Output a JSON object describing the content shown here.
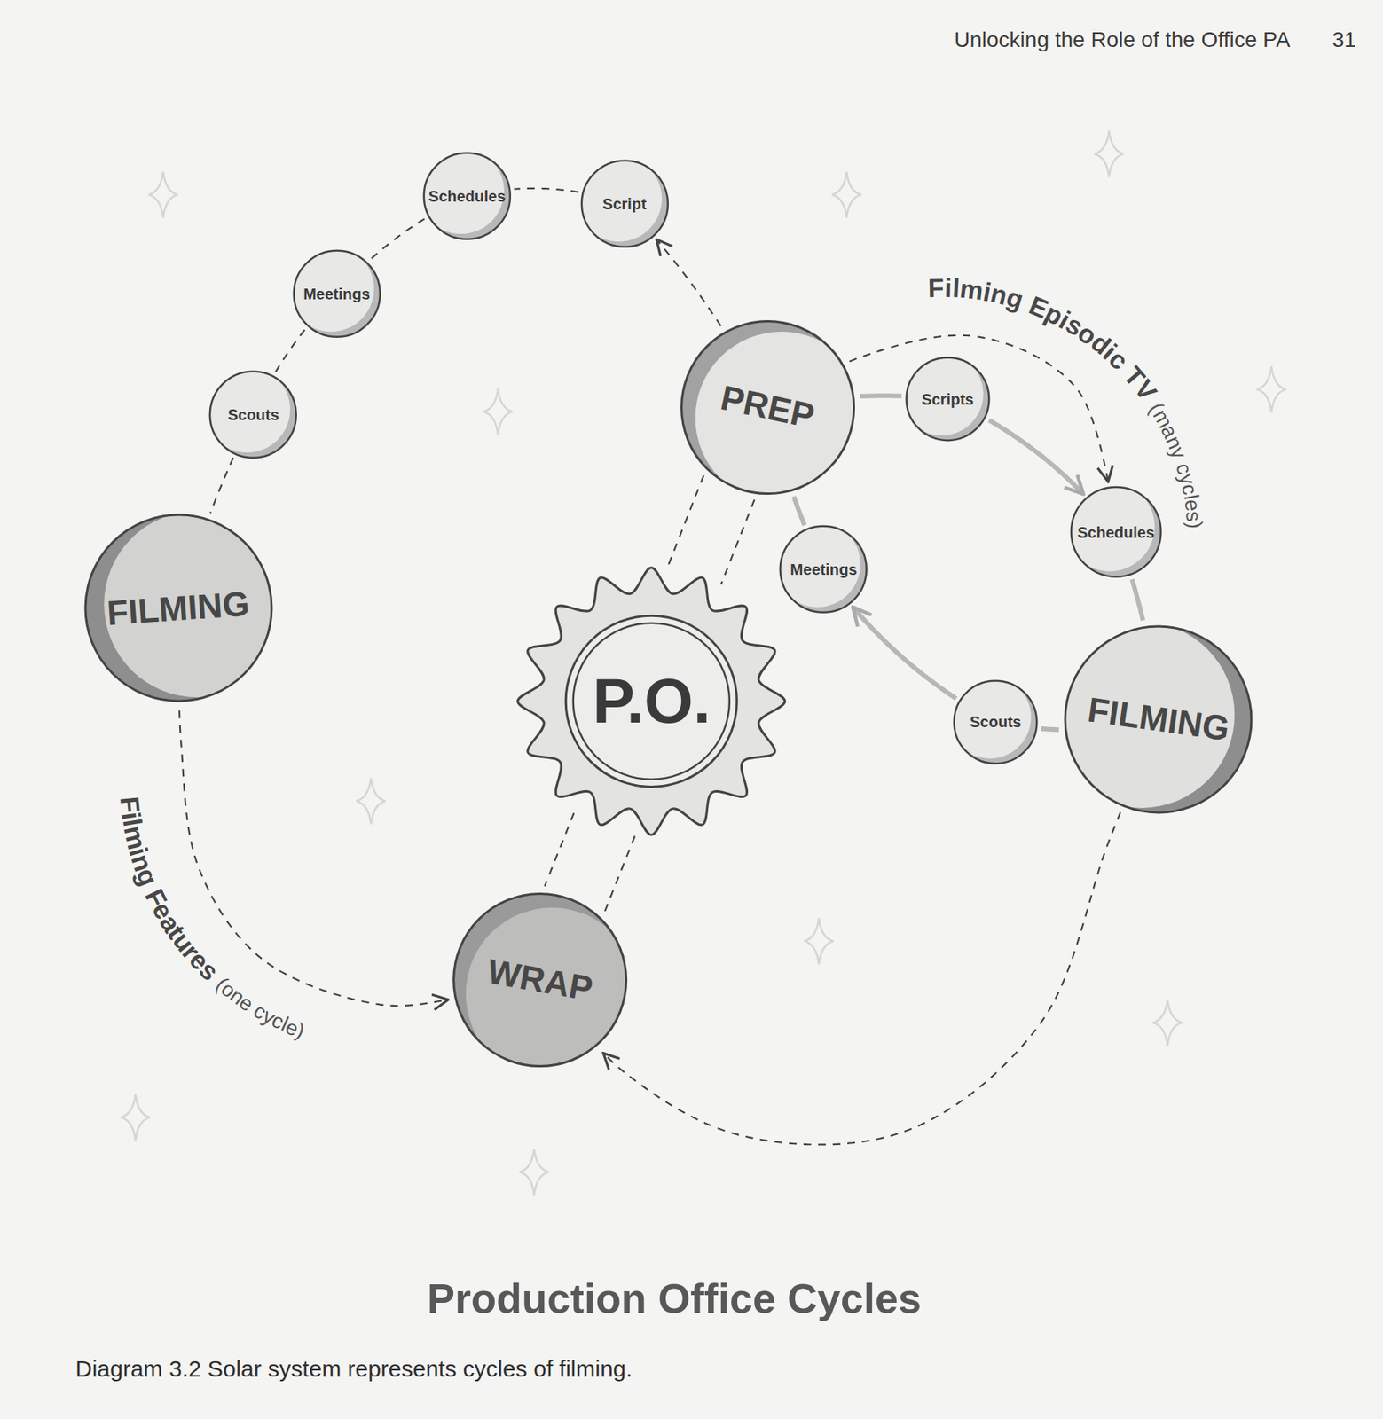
{
  "diagram": {
    "title": "Production Office Cycles",
    "caption": "Diagram 3.2 Solar system represents cycles of filming.",
    "nodes": [
      {
        "text": [
          "Schedules"
        ]
      },
      {
        "text": [
          "Script"
        ]
      },
      {
        "text": [
          "Meetings"
        ]
      },
      {
        "text": [
          "Scouts"
        ]
      },
      {
        "text": [
          "PREP"
        ]
      },
      {
        "text": [
          "Scripts"
        ]
      },
      {
        "text": [
          "FILMING"
        ]
      },
      {
        "text": [
          "Meetings"
        ]
      },
      {
        "text": [
          "Schedules"
        ]
      },
      {
        "text": [
          "P.O."
        ]
      },
      {
        "text": [
          "Scouts"
        ]
      },
      {
        "text": [
          "FILMING"
        ]
      },
      {
        "text": [
          "WRAP"
        ]
      }
    ],
    "edges": [
      {
        "from": 4,
        "to": 1,
        "arrow": "to"
      },
      {
        "from": 1,
        "to": 0,
        "arrow": "none"
      },
      {
        "from": 0,
        "to": 2,
        "arrow": "none"
      },
      {
        "from": 2,
        "to": 3,
        "arrow": "none"
      },
      {
        "from": 3,
        "to": 6,
        "arrow": "none"
      },
      {
        "from": 6,
        "to": 12,
        "arrow": "to"
      },
      {
        "from": 4,
        "to": 5,
        "arrow": "none"
      },
      {
        "from": 5,
        "to": 8,
        "arrow": "to"
      },
      {
        "from": 8,
        "to": 11,
        "arrow": "none"
      },
      {
        "from": 11,
        "to": 10,
        "arrow": "none"
      },
      {
        "from": 10,
        "to": 7,
        "arrow": "to"
      },
      {
        "from": 7,
        "to": 4,
        "arrow": "none"
      },
      {
        "from": 4,
        "to": 8,
        "arrow": "to"
      },
      {
        "from": 11,
        "to": 12,
        "arrow": "to"
      },
      {
        "from": 4,
        "to": 9,
        "arrow": "none"
      },
      {
        "from": 4,
        "to": 9,
        "arrow": "none"
      },
      {
        "from": 9,
        "to": 12,
        "arrow": "none"
      },
      {
        "from": 9,
        "to": 12,
        "arrow": "none"
      }
    ],
    "labels": [
      "Unlocking the Role of the Office PA",
      "31",
      "Filming Episodic TV",
      "(many cycles)",
      "Filming Features",
      "(one cycle)"
    ]
  }
}
